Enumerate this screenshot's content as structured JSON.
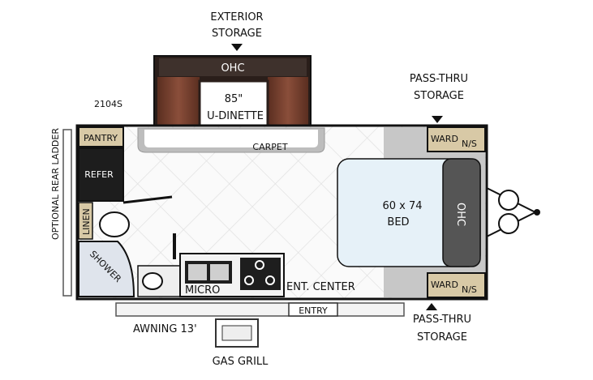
{
  "model_number": "2104S",
  "labels": {
    "exterior_storage_1": "EXTERIOR",
    "exterior_storage_2": "STORAGE",
    "ohc_top": "OHC",
    "dinette_1": "85\"",
    "dinette_2": "U-DINETTE",
    "carpet": "CARPET",
    "pass_thru_top_1": "PASS-THRU",
    "pass_thru_top_2": "STORAGE",
    "ward_top": "WARD",
    "ns_top": "N/S",
    "pantry": "PANTRY",
    "refer": "REFER",
    "linen": "LINEN",
    "shower": "SHOWER",
    "micro": "MICRO",
    "ent_center": "ENT. CENTER",
    "bed_1": "60 x 74",
    "bed_2": "BED",
    "ohc_bed": "OHC",
    "ward_bottom": "WARD",
    "ns_bottom": "N/S",
    "entry": "ENTRY",
    "awning": "AWNING 13'",
    "gas_grill": "GAS GRILL",
    "pass_thru_bottom_1": "PASS-THRU",
    "pass_thru_bottom_2": "STORAGE",
    "rear_ladder": "OPTIONAL REAR LADDER"
  },
  "colors": {
    "wall": "#1a1a1a",
    "dinette_wood": "#6b3a2a",
    "cabinet_dark": "#3a2a24",
    "ward_bg": "#d8c9a6",
    "bed_bg": "#e6f1f8",
    "floor_gray": "#c7c7c7",
    "grid_line": "#e3e3e3"
  }
}
